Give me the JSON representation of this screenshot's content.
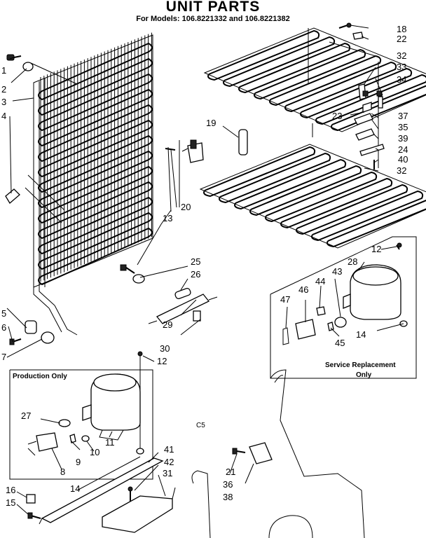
{
  "header": {
    "title": "UNIT PARTS",
    "subtitle": "For Models: 106.8221332 and 106.8221382"
  },
  "boxes": {
    "production": "Production Only",
    "service_line1": "Service Replacement",
    "service_line2": "Only"
  },
  "misc_mark": "C5",
  "callouts": [
    {
      "id": "c1",
      "text": "1"
    },
    {
      "id": "c2",
      "text": "2"
    },
    {
      "id": "c3",
      "text": "3"
    },
    {
      "id": "c4",
      "text": "4"
    },
    {
      "id": "c5",
      "text": "5"
    },
    {
      "id": "c6",
      "text": "6"
    },
    {
      "id": "c7",
      "text": "7"
    },
    {
      "id": "c8",
      "text": "8"
    },
    {
      "id": "c9",
      "text": "9"
    },
    {
      "id": "c10",
      "text": "10"
    },
    {
      "id": "c11",
      "text": "11"
    },
    {
      "id": "c12a",
      "text": "12"
    },
    {
      "id": "c12b",
      "text": "12"
    },
    {
      "id": "c13",
      "text": "13"
    },
    {
      "id": "c14a",
      "text": "14"
    },
    {
      "id": "c14b",
      "text": "14"
    },
    {
      "id": "c15",
      "text": "15"
    },
    {
      "id": "c16",
      "text": "16"
    },
    {
      "id": "c18",
      "text": "18"
    },
    {
      "id": "c19",
      "text": "19"
    },
    {
      "id": "c20",
      "text": "20"
    },
    {
      "id": "c21",
      "text": "21"
    },
    {
      "id": "c22",
      "text": "22"
    },
    {
      "id": "c23",
      "text": "23"
    },
    {
      "id": "c24",
      "text": "24"
    },
    {
      "id": "c25",
      "text": "25"
    },
    {
      "id": "c26",
      "text": "26"
    },
    {
      "id": "c27",
      "text": "27"
    },
    {
      "id": "c28",
      "text": "28"
    },
    {
      "id": "c29",
      "text": "29"
    },
    {
      "id": "c30",
      "text": "30"
    },
    {
      "id": "c31",
      "text": "31"
    },
    {
      "id": "c32a",
      "text": "32"
    },
    {
      "id": "c32b",
      "text": "32"
    },
    {
      "id": "c33",
      "text": "33"
    },
    {
      "id": "c34",
      "text": "34"
    },
    {
      "id": "c35",
      "text": "35"
    },
    {
      "id": "c36",
      "text": "36"
    },
    {
      "id": "c37",
      "text": "37"
    },
    {
      "id": "c38",
      "text": "38"
    },
    {
      "id": "c39",
      "text": "39"
    },
    {
      "id": "c40",
      "text": "40"
    },
    {
      "id": "c41",
      "text": "41"
    },
    {
      "id": "c42",
      "text": "42"
    },
    {
      "id": "c43",
      "text": "43"
    },
    {
      "id": "c44",
      "text": "44"
    },
    {
      "id": "c45",
      "text": "45"
    },
    {
      "id": "c46",
      "text": "46"
    },
    {
      "id": "c47",
      "text": "47"
    }
  ]
}
